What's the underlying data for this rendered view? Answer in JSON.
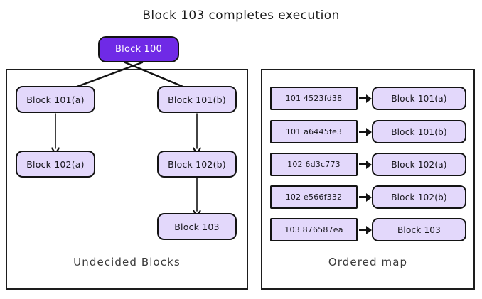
{
  "diagram": {
    "title": "Block 103 completes execution",
    "accent_purple": "#6f2ae6",
    "node_fill": "#e3d8fb",
    "stroke": "#131313"
  },
  "root_node": {
    "label": "Block 100"
  },
  "left_panel": {
    "label": "Undecided Blocks",
    "nodes": [
      {
        "id": "101a",
        "label": "Block 101(a)"
      },
      {
        "id": "101b",
        "label": "Block 101(b)"
      },
      {
        "id": "102a",
        "label": "Block 102(a)"
      },
      {
        "id": "102b",
        "label": "Block 102(b)"
      },
      {
        "id": "103",
        "label": "Block 103"
      }
    ],
    "edges": [
      {
        "from": "Block 100",
        "to": "Block 101(a)"
      },
      {
        "from": "Block 100",
        "to": "Block 101(b)"
      },
      {
        "from": "Block 101(a)",
        "to": "Block 102(a)"
      },
      {
        "from": "Block 101(b)",
        "to": "Block 102(b)"
      },
      {
        "from": "Block 102(b)",
        "to": "Block 103"
      }
    ]
  },
  "right_panel": {
    "label": "Ordered map",
    "rows": [
      {
        "key": "101 4523fd38",
        "value": "Block 101(a)"
      },
      {
        "key": "101 a6445fe3",
        "value": "Block 101(b)"
      },
      {
        "key": "102 6d3c773",
        "value": "Block 102(a)"
      },
      {
        "key": "102 e566f332",
        "value": "Block 102(b)"
      },
      {
        "key": "103 876587ea",
        "value": "Block 103"
      }
    ]
  }
}
